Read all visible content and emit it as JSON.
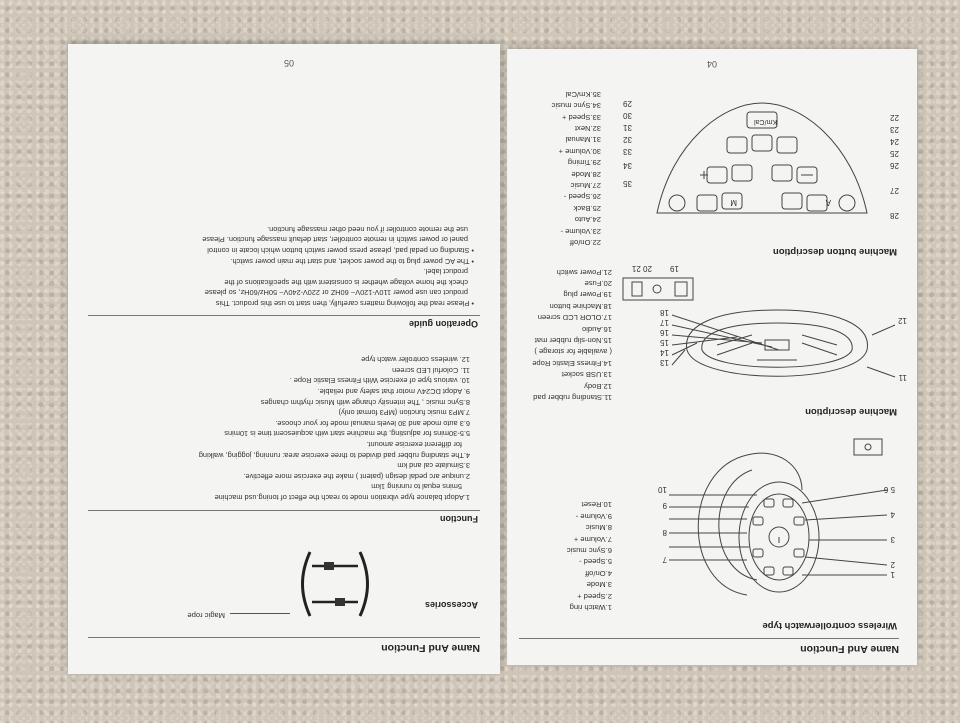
{
  "page04": {
    "page_number": "04",
    "title": "Name And Function",
    "wireless": {
      "heading": "Wireless controllerwatch type",
      "items": [
        "1.Watch ring",
        "2.Speed +",
        "3.Mode",
        "4.On/off",
        "5.Speed -",
        "6.Sync music",
        "7.Volume +",
        "8.Music",
        "9.Volume -",
        "10.Reset"
      ],
      "left_callouts": [
        "1",
        "2",
        "3",
        "4",
        "5 6",
        "7",
        "8",
        "9",
        "10"
      ]
    },
    "machine": {
      "heading": "Machine description",
      "items": [
        "11.Standing rubber pad",
        "12.Body",
        "13.USB socket",
        "14.Fitness Elastic Rope",
        "( available for storage )",
        "15.Non-slip rubber mat",
        "16.Audio",
        "17.OLOR LCD screen",
        "18.Machine button",
        "19.Power plug",
        "20.Fuse",
        "21.Power switch"
      ],
      "callouts": [
        "11",
        "12",
        "13",
        "14",
        "15",
        "16",
        "17",
        "18"
      ],
      "switch_callouts": [
        "19",
        "20 21"
      ]
    },
    "buttons": {
      "heading": "Machine button description",
      "items": [
        "22.On/off",
        "23.Volume -",
        "24.Auto",
        "25.Back",
        "26.Speed -",
        "27.Music",
        "28.Mode",
        "29.Timing",
        "30.Volume +",
        "31.Manual",
        "32.Next",
        "33.Speed +",
        "34.Sync music",
        "35.Km/Cal"
      ],
      "left_callouts": [
        "28",
        "27",
        "26",
        "25",
        "24",
        "23",
        "22"
      ],
      "right_callouts": [
        "35",
        "34",
        "33",
        "32",
        "31",
        "30",
        "29"
      ],
      "panel_labels": [
        "Km/Cal",
        "A",
        "M"
      ]
    }
  },
  "page05": {
    "page_number": "05",
    "title": "Name And Function",
    "accessories": {
      "heading": "Accessories",
      "item": "Magic rope"
    },
    "function": {
      "heading": "Function",
      "lines": [
        "1.Adopt balance type vibration mode to reach the effect of toning.usd machine",
        "5mins equal to running 1km",
        "2.unique arc pedal design (patent ) make the exercise more effective.",
        "3.Simulate cal and km",
        "4.The standing rubber pad divided to three exercise area: running, jogging, walking",
        "for different exercise amount.",
        "5.5-30mins for adjusting, the machine start with acquiescent time is 10mins",
        "6.3 auto mode and 30 levels manual mode for your choose.",
        "7.MP3 music function (MP3 format only)",
        "8.Sync music , The intensity change with Music rhythm changes",
        "9. Adopt DC24V motor that safety and reliable.",
        "10. various type of exercise With Fitness Elastic Rope .",
        "11. Colorful LED screen",
        "12. wireless controller watch type"
      ]
    },
    "operation": {
      "heading": "Operation guide",
      "lines": [
        "• Please read the following matters carefully, then start to use this product. This",
        "product can use power 110V-120V~ 60HZ or 220V-240V~ 50Hz/60Hz, so please",
        "check the home voltage whether is consistent with the specifications of the",
        "product label.",
        "• The AC power plug to the power socket, and start the main power switch.",
        "• Standing on pedal pad, please press power switch button which locate in control",
        "panel or power switch in remote controller, start default massage function. Please",
        "use the remote controller if you need other massage function."
      ]
    }
  },
  "colors": {
    "carpet": "#cfc6b8",
    "paper": "#f4f4f2",
    "ink": "#333333"
  }
}
